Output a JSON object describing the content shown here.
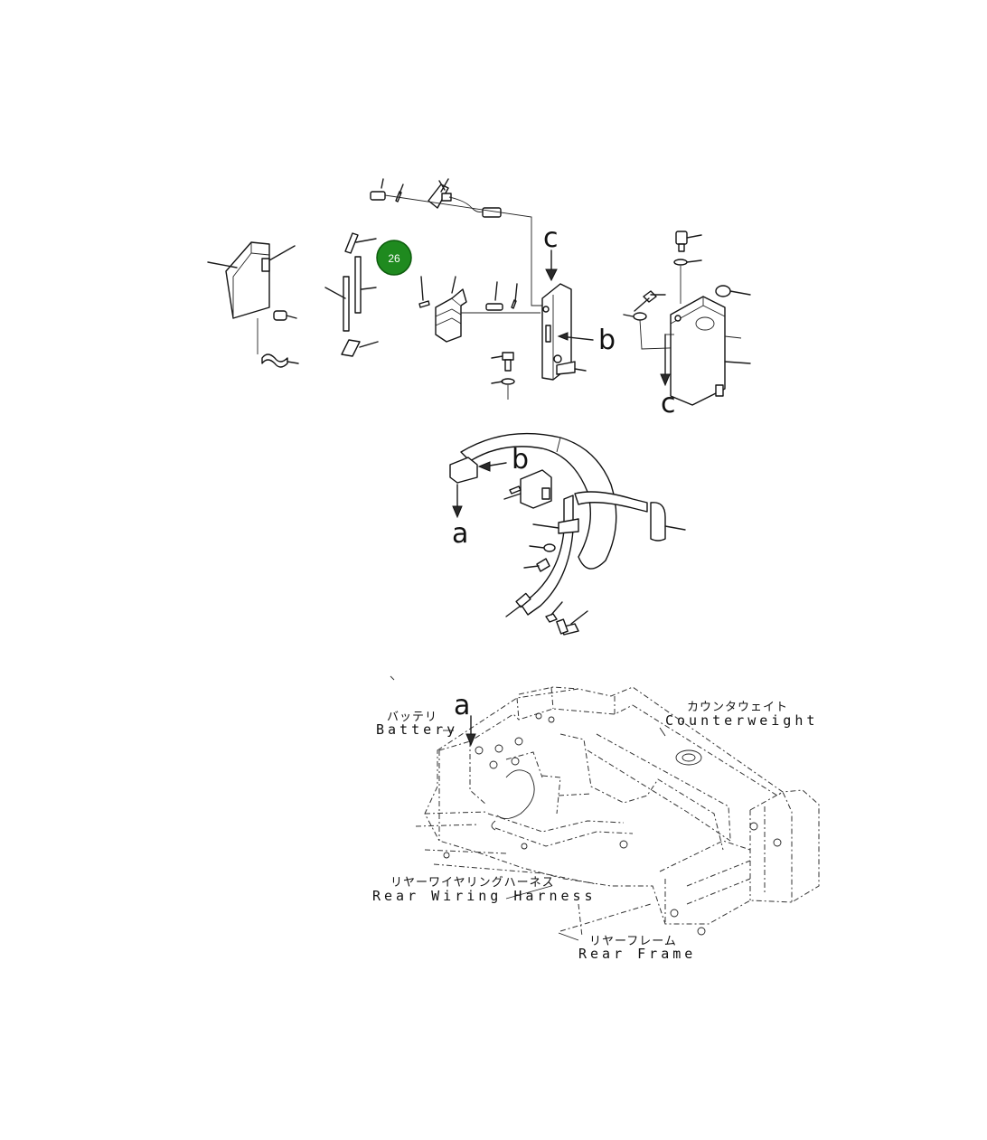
{
  "hotspot": {
    "label": "26",
    "color": "#1f8a1f"
  },
  "refs": {
    "a": "a",
    "b": "b",
    "c": "c"
  },
  "captions": {
    "battery_jp": "バッテリ",
    "battery_en": "Battery",
    "counterweight_jp": "カウンタウェイト",
    "counterweight_en": "Counterweight",
    "harness_jp": "リヤーワイヤリングハーネス",
    "harness_en": "Rear Wiring Harness",
    "frame_jp": "リヤーフレーム",
    "frame_en": "Rear Frame"
  }
}
